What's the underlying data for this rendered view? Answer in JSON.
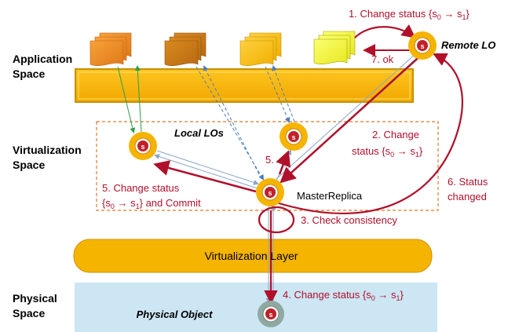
{
  "spaces": {
    "application": [
      "Application",
      "Space"
    ],
    "virtualization": [
      "Virtualization",
      "Space"
    ],
    "physical": [
      "Physical",
      "Space"
    ]
  },
  "layers": {
    "virtualization_layer": "Virtualization Layer",
    "physical_object": "Physical Object"
  },
  "nodes": {
    "remote_lo": "Remote LO",
    "local_los": "Local LOs",
    "master_replica": "MasterReplica",
    "node_symbol": "s"
  },
  "steps": {
    "s1": {
      "num": "1.",
      "text": "Change status {s",
      "a": "0",
      "arrow": " → s",
      "b": "1",
      "close": "}"
    },
    "s2": {
      "line1": "2. Change",
      "line2": "status {s",
      "a": "0",
      "arrow": " → s",
      "b": "1",
      "close": "}"
    },
    "s3": "3. Check consistency",
    "s4": {
      "text": "4. Change status {s",
      "a": "0",
      "arrow": " → s",
      "b": "1",
      "close": "}"
    },
    "s5a": "5.",
    "s5b": {
      "line1": "5. Change status",
      "line2pre": "{s",
      "a": "0",
      "arrow": " → s",
      "b": "1",
      "line2post": "} and Commit"
    },
    "s6": [
      "6. Status",
      "changed"
    ],
    "s7": "7. ok"
  },
  "colors": {
    "accent_red": "#b0102a",
    "bar_orange": "#f5b400",
    "physical_bg": "#cce6f4",
    "dashed_box": "#e07a2a",
    "node_fill": "#f5b400",
    "physical_node_fill": "#8fa8a0"
  }
}
